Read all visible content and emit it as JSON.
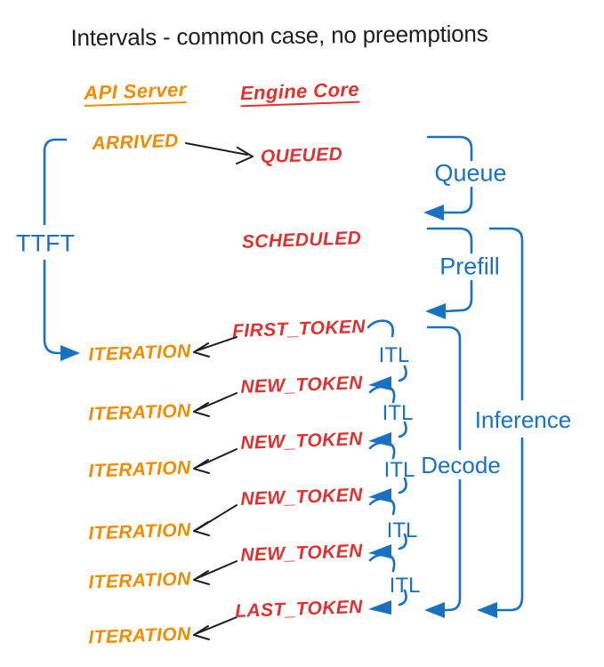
{
  "title": "Intervals - common case, no preemptions",
  "columns": {
    "api_server": "API Server",
    "engine_core": "Engine Core"
  },
  "api_events": {
    "arrived": "ARRIVED",
    "iterations": [
      "ITERATION",
      "ITERATION",
      "ITERATION",
      "ITERATION",
      "ITERATION",
      "ITERATION"
    ]
  },
  "engine_events": {
    "queued": "QUEUED",
    "scheduled": "SCHEDULED",
    "first_token": "FIRST_TOKEN",
    "new_tokens": [
      "NEW_TOKEN",
      "NEW_TOKEN",
      "NEW_TOKEN",
      "NEW_TOKEN"
    ],
    "last_token": "LAST_TOKEN"
  },
  "intervals": {
    "ttft": "TTFT",
    "queue": "Queue",
    "prefill": "Prefill",
    "decode": "Decode",
    "inference": "Inference",
    "itl_labels": [
      "ITL",
      "ITL",
      "ITL",
      "ITL",
      "ITL"
    ]
  },
  "colors": {
    "api_server_orange": "#f08c00",
    "engine_core_red": "#e03131",
    "interval_blue": "#1971c2",
    "connector_black": "#1e1e1e",
    "background": "#ffffff"
  }
}
